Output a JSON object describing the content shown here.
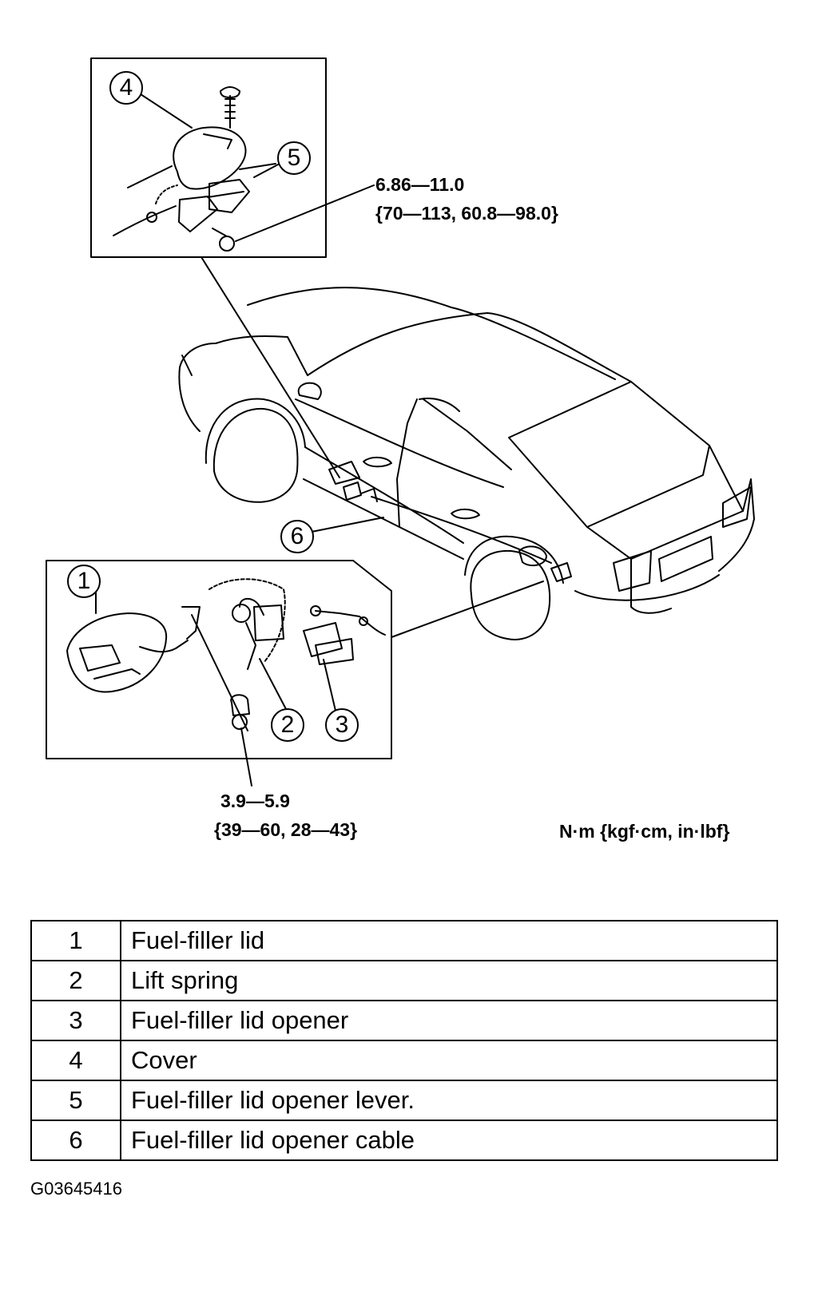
{
  "torque_callouts": {
    "upper": {
      "line1": "6.86—11.0",
      "line2": "{70—113, 60.8—98.0}"
    },
    "lower": {
      "line1": "3.9—5.9",
      "line2": "{39—60, 28—43}"
    }
  },
  "units": "N·m {kgf·cm, in·lbf}",
  "callouts": [
    "1",
    "2",
    "3",
    "4",
    "5",
    "6"
  ],
  "parts_table": [
    {
      "num": "1",
      "name": "Fuel-filler lid"
    },
    {
      "num": "2",
      "name": "Lift spring"
    },
    {
      "num": "3",
      "name": "Fuel-filler lid opener"
    },
    {
      "num": "4",
      "name": "Cover"
    },
    {
      "num": "5",
      "name": "Fuel-filler lid opener lever."
    },
    {
      "num": "6",
      "name": "Fuel-filler lid opener cable"
    }
  ],
  "figure_id": "G03645416"
}
